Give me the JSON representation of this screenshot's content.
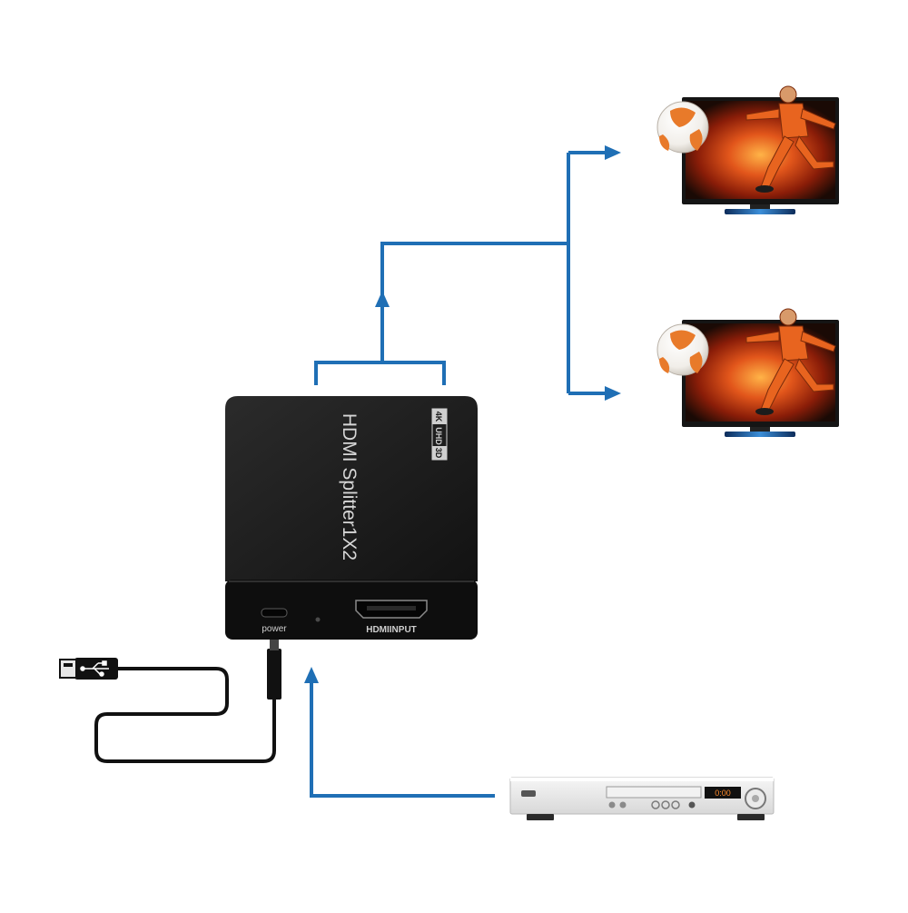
{
  "device": {
    "title": "HDMI Splitter1X2",
    "badge_4k": "4K",
    "badge_uhd": "UHD",
    "badge_3d": "3D",
    "power_label": "power",
    "hdmi_input_label": "HDMIINPUT"
  },
  "dvd_player": {
    "display_text": "0:00"
  },
  "colors": {
    "arrow": "#1f6fb5",
    "device_body": "#1b1b1b",
    "cable": "#111111",
    "tv_frame": "#151515",
    "player_body": "#e9e9e9"
  },
  "icons": [
    "usb-icon",
    "soccer-ball-icon",
    "arrow-right-icon",
    "arrow-up-icon"
  ]
}
